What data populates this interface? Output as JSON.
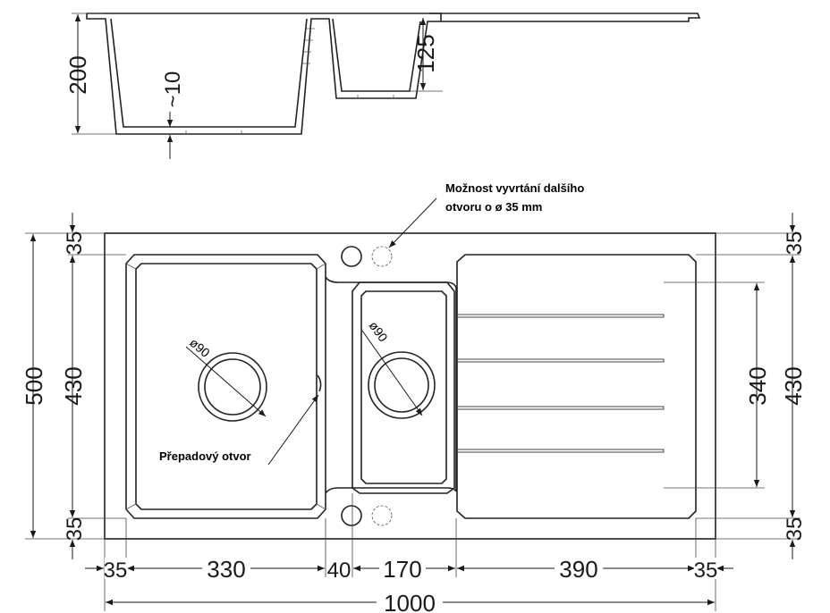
{
  "section": {
    "dim_height": "200",
    "dim_bottom": "~10",
    "dim_small_depth": "125"
  },
  "plan": {
    "dim_total_height": "500",
    "dim_left_inner": "430",
    "dim_right_inner": "430",
    "dim_drainer": "340",
    "dim_top_left": "35",
    "dim_bottom_left": "35",
    "dim_top_right": "35",
    "dim_bottom_right": "35",
    "dim_w_margin_left": "35",
    "dim_w_big_bowl": "330",
    "dim_w_gap": "40",
    "dim_w_small_bowl": "170",
    "dim_w_drainer": "390",
    "dim_w_margin_right": "35",
    "dim_total_width": "1000",
    "big_drain_dia": "ø90",
    "small_drain_dia": "ø90",
    "overflow_label": "Přepadový otvor",
    "hole_note_line1": "Možnost vyvrtání dalšího",
    "hole_note_line2": "otvoru o ø  35 mm"
  },
  "colors": {
    "line": "#1a1a1a",
    "background": "#ffffff"
  }
}
